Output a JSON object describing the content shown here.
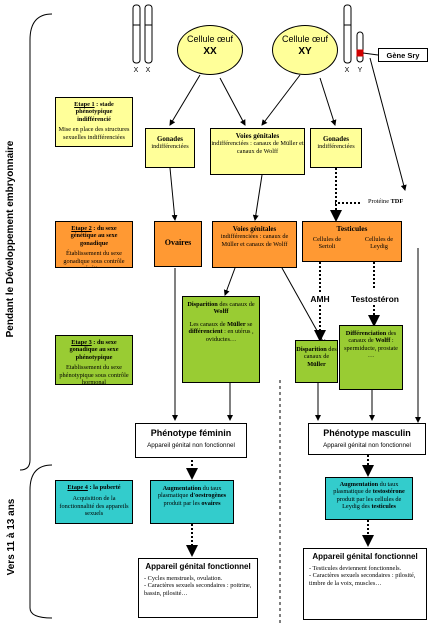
{
  "side_labels": {
    "embryonic": "Pendant le Développement embryonnaire",
    "puberty_age": "Vers 11 à 13 ans"
  },
  "chromosomes": {
    "x1": "X",
    "x2": "X",
    "x3": "X",
    "y": "Y"
  },
  "cells": {
    "xx_title": "Cellule œuf",
    "xx_karyo": "XX",
    "xy_title": "Cellule œuf",
    "xy_karyo": "XY"
  },
  "gene_sry": "Gène Sry",
  "steps": {
    "s1_title": "Etape 1",
    "s1_title_rest": " : stade phénotypique indifférencié",
    "s1_desc": "Mise en place des structures sexuelles indifférenciées",
    "s2_title": "Etape 2",
    "s2_title_rest": " : du sexe génétique au sexe gonadique",
    "s2_desc": "Établissement du sexe gonadique sous contrôle génétique",
    "s3_title": "Etape 3",
    "s3_title_rest": " : du sexe gonadique au sexe phénotypique",
    "s3_desc": "Etablissement du sexe phénotypique sous contrôle hormonal",
    "s4_title": "Etape 4",
    "s4_title_rest": " : la puberté",
    "s4_desc": "Acquisition de la fonctionnalité des appareils sexuels"
  },
  "row1": {
    "gonades_f_b": "Gonades",
    "gonades_f": "indifférenciées",
    "voies_b": "Voies génitales",
    "voies": "indifférenciées : canaux de Müller et canaux de Wolff",
    "gonades_m_b": "Gonades",
    "gonades_m": "indifférenciées"
  },
  "proteine": "Protéine",
  "tdf": "TDF",
  "row2": {
    "ovaires": "Ovaires",
    "voies_b": "Voies génitales",
    "voies": "indifférenciées : canaux de Müller et canaux de Wolff",
    "testicules": "Testicules",
    "sertoli": "Cellules de Sertoli",
    "leydig": "Cellules de Leydig"
  },
  "hormones": {
    "amh": "AMH",
    "testo": "Testostéron"
  },
  "row3": {
    "f_disp_b": "Disparition",
    "f_disp": " des canaux de ",
    "f_wolff": "Wolff",
    "f_mul1": "Les canaux de ",
    "f_mul_b": "Müller",
    "f_mul2": " se ",
    "f_diff_b": "différencient",
    "f_mul3": " : en utérus , oviductes…",
    "m_disp_b": "Disparition",
    "m_disp": " des canaux de ",
    "m_muller": "Müller",
    "m_diff_b": "Différenciation",
    "m_diff": " des canaux de ",
    "m_wolff": "Wolff",
    "m_diff2": " : spermiducte, prostate …"
  },
  "phenotypes": {
    "f_title": "Phénotype féminin",
    "f_sub": "Appareil génital non fonctionnel",
    "m_title": "Phénotype masculin",
    "m_sub": "Appareil génital non fonctionnel"
  },
  "puberty": {
    "f_aug_b": "Augmentation",
    "f_aug": " du taux plasmatique ",
    "f_hormone": "d'oestrogènes",
    "f_by": " produit par les ",
    "f_org": "ovaires",
    "m_aug_b": "Augmentation",
    "m_aug": " du taux plasmatique de ",
    "m_hormone": "testostérone",
    "m_by": " produit par les cellules de Leydig des ",
    "m_org": "testicules"
  },
  "functional": {
    "f_title": "Appareil génital fonctionnel",
    "f_item1": "- Cycles menstruels, ovulation.",
    "f_item2": "- Caractères sexuels secondaires : poitrine, bassin, pilosité…",
    "m_title": "Appareil génital fonctionnel",
    "m_item1": "- Testicules deviennent fonctionnels.",
    "m_item2": "- Caractères sexuels secondaires : pilosité, timbre de la voix, muscles…"
  },
  "colors": {
    "yellow": "#ffff99",
    "orange": "#ff9933",
    "green": "#99cc33",
    "teal": "#33cccc"
  }
}
